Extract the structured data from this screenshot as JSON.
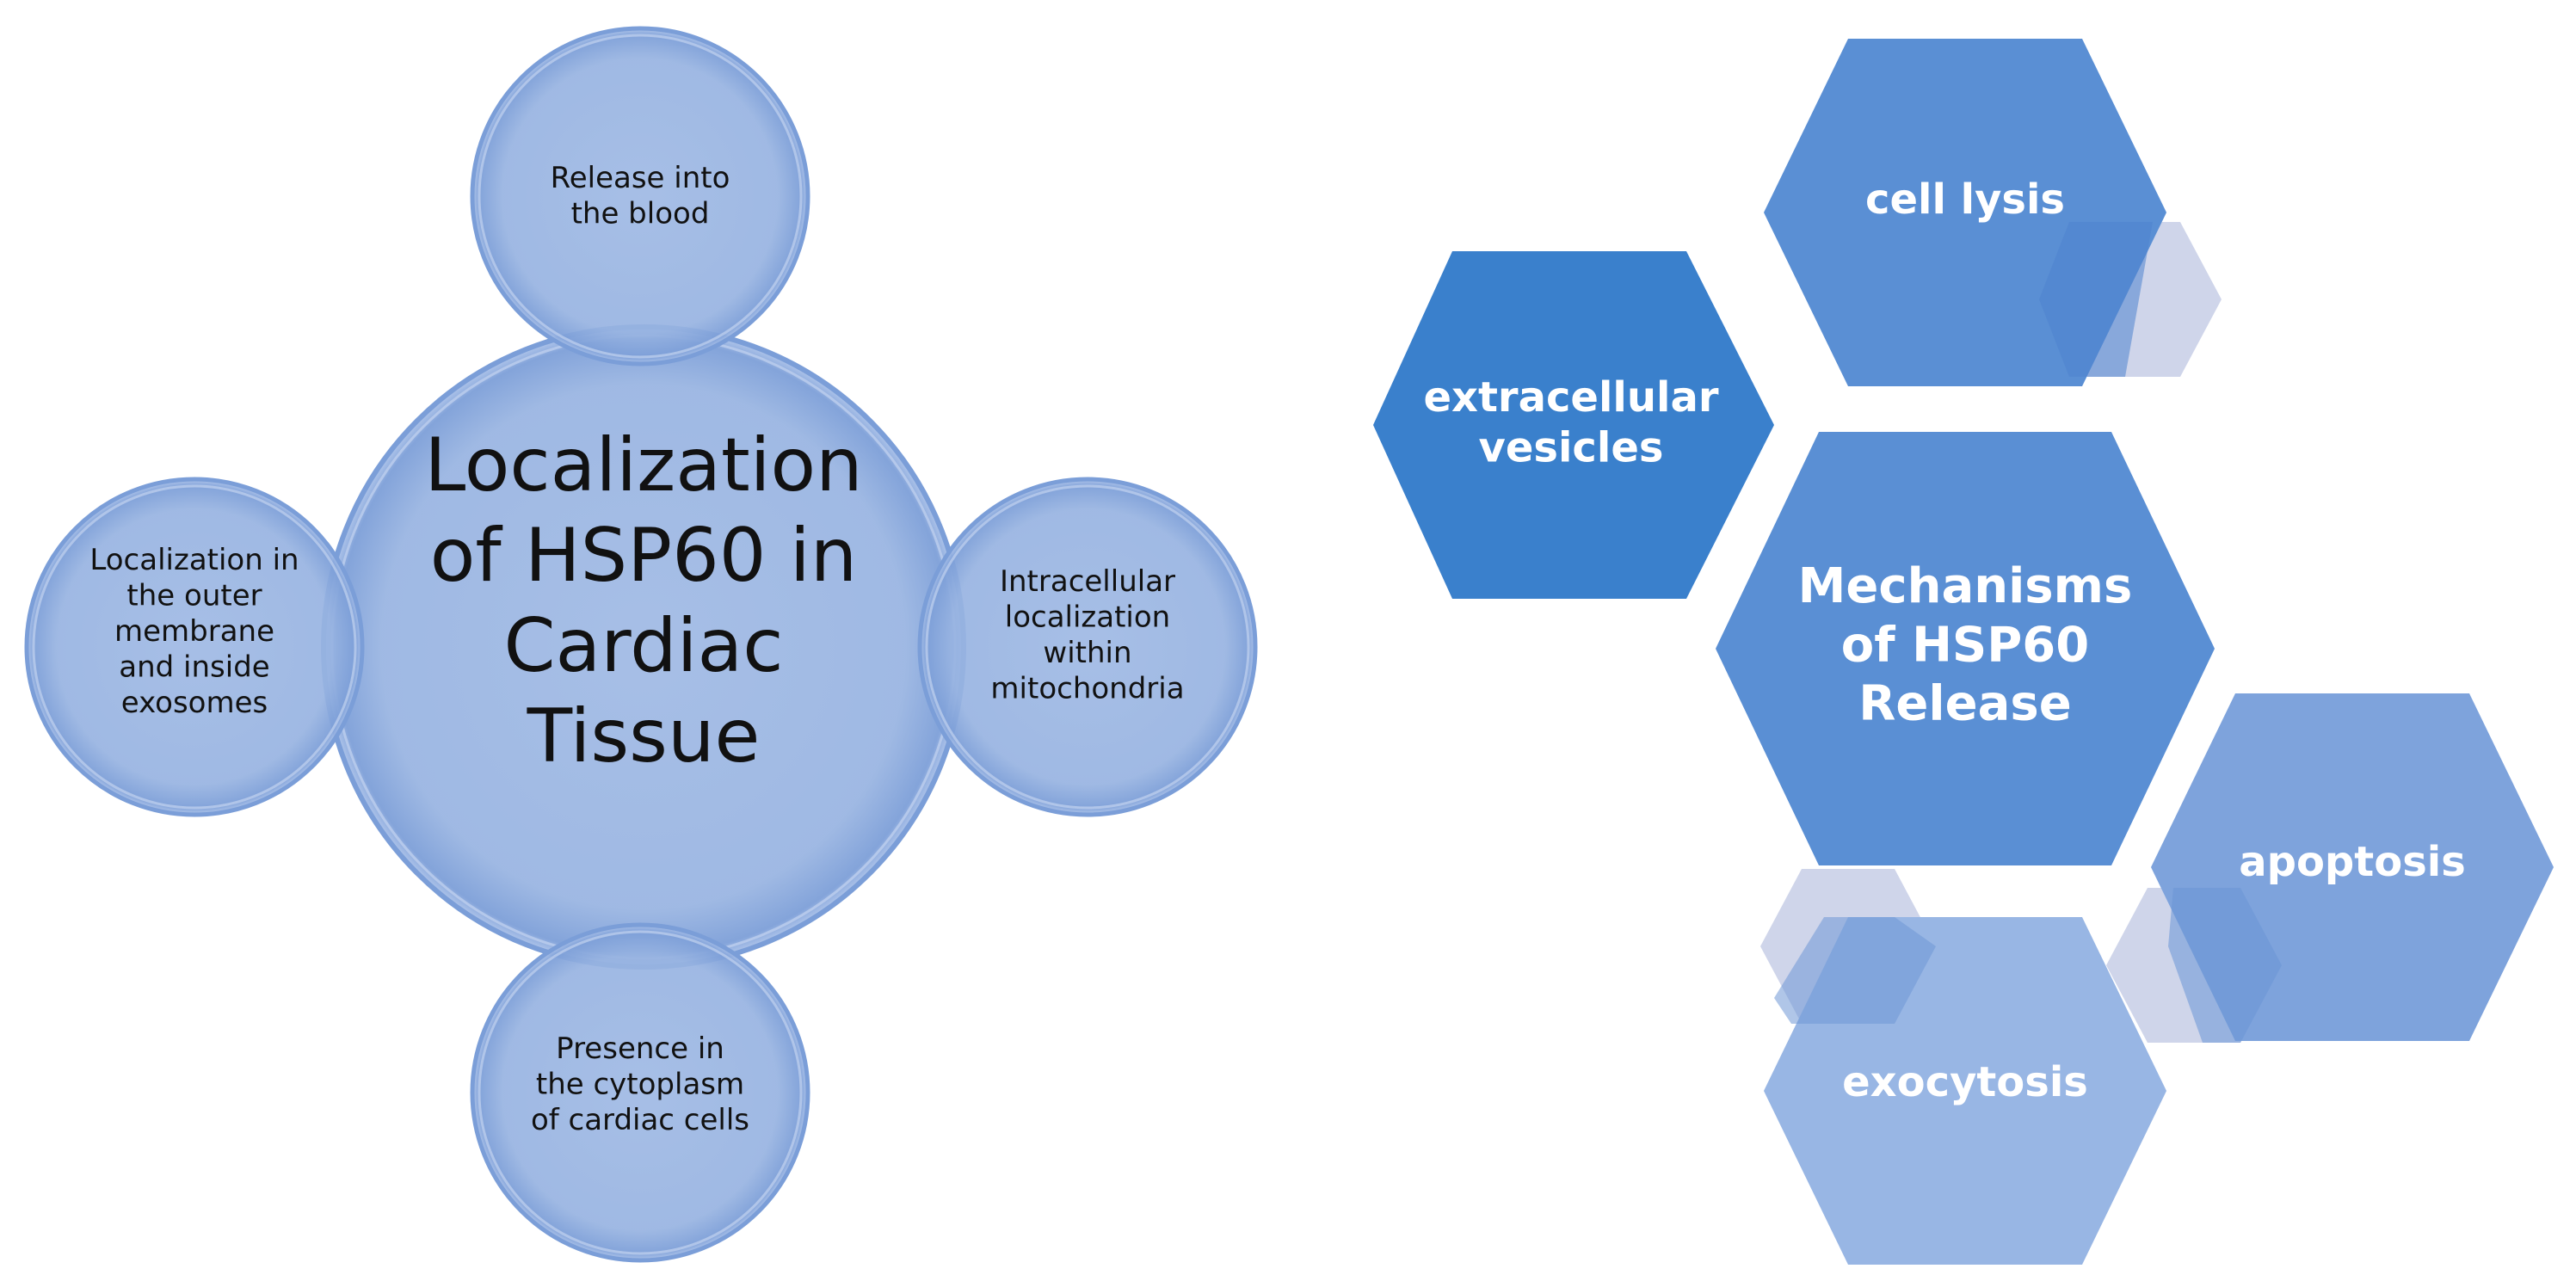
{
  "left_diagram": {
    "center_label": [
      "Localization",
      "of HSP60 in",
      "Cardiac",
      "Tissue"
    ],
    "satellites": {
      "top": [
        "Release into",
        "the blood"
      ],
      "right": [
        "Intracellular",
        "localization",
        "within",
        "mitochondria"
      ],
      "bottom": [
        "Presence in",
        "the cytoplasm",
        "of cardiac cells"
      ],
      "left": [
        "Localization in",
        "the outer",
        "membrane",
        "and inside",
        "exosomes"
      ]
    }
  },
  "right_diagram": {
    "center_label": [
      "Mechanisms",
      "of HSP60",
      "Release"
    ],
    "hexagons": {
      "cell_lysis": [
        "cell lysis"
      ],
      "extracellular_vesicles": [
        "extracellular",
        "vesicles"
      ],
      "apoptosis": [
        "apoptosis"
      ],
      "exocytosis": [
        "exocytosis"
      ]
    }
  },
  "colors": {
    "circle_fill": "#9db7e3",
    "circle_edge": "#6f93d2",
    "circle_text": "#111111",
    "hex_dark": "#3a80cc",
    "hex_mid": "#5a8fd4",
    "hex_light": "#7ea3dc",
    "hex_pale": "#98b6e4",
    "connector": "#cfd5ea",
    "hex_text": "#ffffff"
  }
}
